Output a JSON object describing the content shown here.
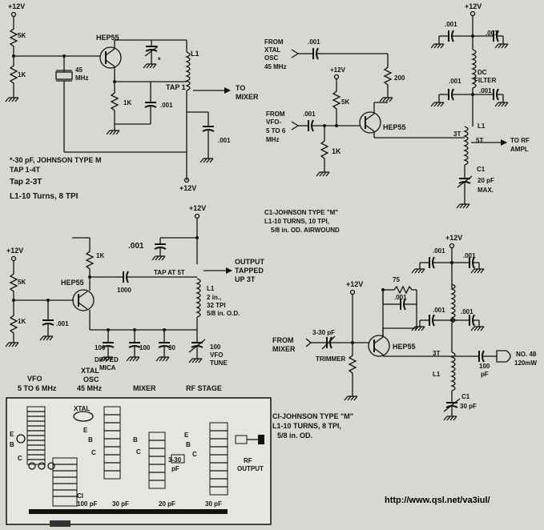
{
  "circuit1": {
    "supply_top": "+12V",
    "r_top": "5K",
    "r_bottom": "1K",
    "transistor": "HEP55",
    "crystal": "45",
    "crystal_unit": "MHz",
    "r_emitter": "1K",
    "cap_emitter": ".001",
    "star_mark": "*",
    "coil": "L1",
    "tap": "TAP 1",
    "output_to": "TO",
    "output_dest": "MIXER",
    "cap_out": ".001",
    "supply_bottom": "+12V",
    "note1": "*-30 pF, JOHNSON TYPE M",
    "note2": "TAP 1-4T",
    "note3": "Tap 2-3T",
    "note4": "L1-10 Turns, 8 TPI"
  },
  "circuit2": {
    "supply": "+12V",
    "cap_top1": ".001",
    "cap_top2": ".001",
    "from_xtal1": "FROM",
    "from_xtal2": "XTAL",
    "from_xtal3": "OSC",
    "from_xtal4": "45 MHz",
    "cap_in1": ".001",
    "r_200": "200",
    "supply_mid": "+12V",
    "r_5k": "5K",
    "from_vfo1": "FROM",
    "from_vfo2": "VFO-",
    "from_vfo3": "5 TO 6",
    "from_vfo4": "MHz",
    "cap_in2": ".001",
    "r_1k": "1K",
    "transistor": "HEP55",
    "cap_mid1": ".001",
    "cap_mid2": ".001",
    "dc1": "DC",
    "dc2": "FILTER",
    "coil": "L1",
    "tap_3t": "3T",
    "tap_5t": "5T",
    "out1": "TO RF",
    "out2": "AMPL",
    "c1": "C1",
    "c1_val1": "20 pF",
    "c1_val2": "MAX.",
    "note1": "C1-JOHNSON TYPE \"M\"",
    "note2": "L1-10 TURNS, 10 TPI,",
    "note3": "5/8 in. OD. AIRWOUND"
  },
  "circuit3": {
    "supply": "+12V",
    "cap_top": ".001",
    "r_top": "1K",
    "supply_left": "+12V",
    "r_5k": "5K",
    "r_1k": "1K",
    "transistor": "HEP55",
    "cap_emitter": ".001",
    "cap_coupling": "1000",
    "tap_label": "TAP AT 5T",
    "out1": "OUTPUT",
    "out2": "TAPPED",
    "out3": "UP 3T",
    "coil": "L1",
    "coil2": "2 in.,",
    "coil3": "32 TPI",
    "coil4": "5/8 in. O.D.",
    "c_100a": "100",
    "c_dipped1": "DIPPED",
    "c_dipped2": "MICA",
    "c_100b": "100",
    "c_30": "30",
    "c_vfo": "100",
    "c_vfo2": "VFO",
    "c_vfo3": "TUNE"
  },
  "circuit4": {
    "supply_top": "+12V",
    "cap_top1": ".001",
    "cap_top2": ".001",
    "supply_mid": "+12V",
    "r_75": "75",
    "cap_e": ".001",
    "cap_mid1": ".001",
    "cap_mid2": ".001",
    "from1": "FROM",
    "from2": "MIXER",
    "trim1": "3-30 pF",
    "trim2": "TRIMMER",
    "transistor": "HEP55",
    "tap_3t": "3T",
    "coil": "L1",
    "cap_out": "100",
    "cap_out2": "pF",
    "lamp1": "NO. 48",
    "lamp2": "120mW",
    "c1": "C1",
    "c1_val": "30 pF",
    "note1": "CI-JOHNSON TYPE \"M\"",
    "note2": "L1-10 TURNS, 8 TPI,",
    "note3": "5/8 in. OD."
  },
  "layout": {
    "h_vfo1": "VFO",
    "h_vfo2": "5 TO 6 MHz",
    "h_xtal1": "XTAL",
    "h_xtal2": "OSC",
    "h_xtal3": "45 MHz",
    "h_mixer": "MIXER",
    "h_rf": "RF STAGE",
    "xtal": "XTAL",
    "e": "E",
    "b": "B",
    "c": "C",
    "e2": "E",
    "b2": "B",
    "c2": "C",
    "b3": "B",
    "c3": "C",
    "e4": "E",
    "b4": "B",
    "c4": "C",
    "trim": "3-30",
    "trim2": "pF",
    "rf1": "RF",
    "rf2": "OUTPUT",
    "ci": "CI",
    "ci2": "100 pF",
    "c30a": "30 pF",
    "c20": "20 pF",
    "c30b": "30 pF"
  },
  "url": "http://www.qsl.net/va3iul/"
}
